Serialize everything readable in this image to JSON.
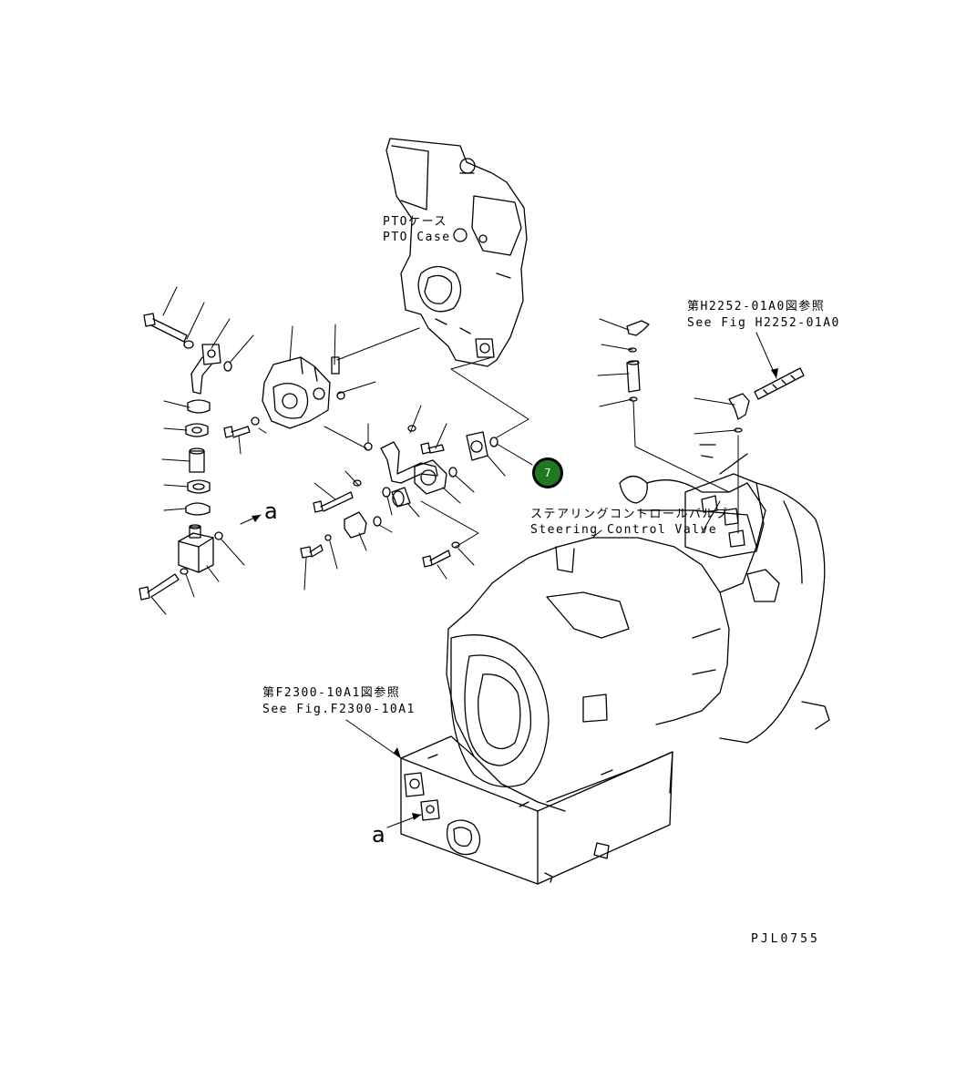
{
  "labels": {
    "pto_case_jp": "PTOケース",
    "pto_case_en": "PTO Case",
    "fig_h2252_jp": "第H2252-01A0図参照",
    "fig_h2252_en": "See Fig H2252-01A0",
    "steering_jp": "ステアリングコントロールバルブ",
    "steering_en": "Steering Control Valve",
    "fig_f2300_jp": "第F2300-10A1図参照",
    "fig_f2300_en": "See Fig.F2300-10A1",
    "ref_a_left": "a",
    "ref_a_bottom": "a",
    "drawing_no": "PJL0755"
  },
  "callout": {
    "number": "7",
    "color": "#1f7a1f"
  }
}
